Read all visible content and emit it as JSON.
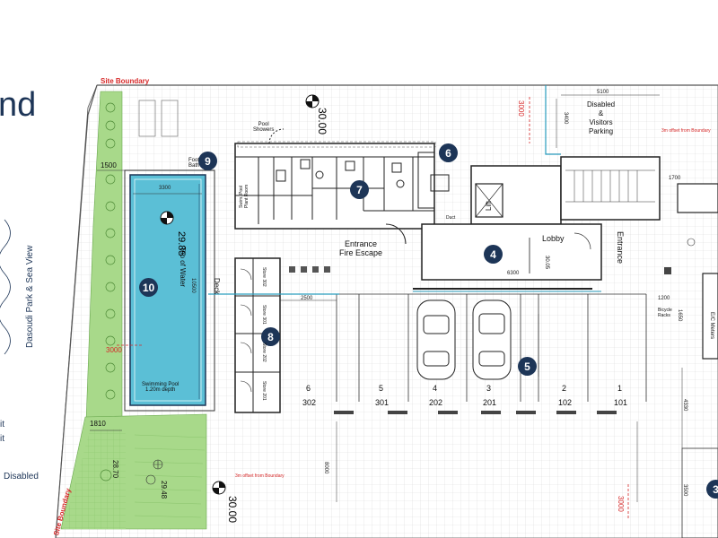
{
  "colors": {
    "navy": "#1d3557",
    "pool": "#5bbfd6",
    "grass": "#a8d98a",
    "red": "#d62828",
    "teal": "#2a9dbe"
  },
  "page_title_fragment": "nd",
  "legend": {
    "view_label": "Dasoudi Park & Sea View",
    "item1": "it",
    "item2": "it",
    "disabled": "Disabled"
  },
  "site_boundary_top": "Site Boundary",
  "site_boundary_left": "Site Boundary",
  "markers": [
    "9",
    "6",
    "7",
    "4",
    "10",
    "8",
    "5",
    "3"
  ],
  "rooms": {
    "pool_showers": "Pool\nShowers",
    "foot_bath": "Foot\nBath",
    "swim_pool_plant": "Swim. Pool\nPlant Room",
    "lift": "Lift",
    "lobby": "Lobby",
    "entrance_fire_escape": "Entrance\nFire Escape",
    "entrance": "Entrance",
    "deck": "Deck",
    "top_of_water": "Top of Water",
    "swimming_pool": "Swimming Pool\n1.20m depth",
    "disabled_visitors_parking": "Disabled\n&\nVisitors\nParking",
    "ec_meters": "E/C Meters",
    "duct": "Duct",
    "bicycle_racks": "Bicycle\nRacks"
  },
  "stores": [
    "Store 302",
    "Store 301",
    "Store 202",
    "Store 201"
  ],
  "levels": {
    "top": "30.00",
    "bottom": "30.00",
    "pool": "29.85",
    "sea_b": "29.48",
    "garden": "28.70",
    "lobby": "30.05"
  },
  "dims": {
    "pool_width": "3300",
    "pool_length": "10500",
    "left_1500": "1500",
    "left_1810": "1810",
    "red_3000_top": "3000",
    "red_3000_left": "3000",
    "red_3000_bottom": "3000",
    "d5100": "5100",
    "d3400": "3400",
    "d1700": "1700",
    "d2500": "2500",
    "d1200": "1200",
    "d6300": "6300",
    "d8000": "8000",
    "d4330": "4330",
    "d3500": "3500",
    "d1650": "1650",
    "offset_note": "3m offset from Boundary"
  },
  "parking_spaces": [
    "6",
    "5",
    "4",
    "3",
    "2",
    "1"
  ],
  "parking_ids": [
    "302",
    "301",
    "202",
    "201",
    "102",
    "101"
  ]
}
